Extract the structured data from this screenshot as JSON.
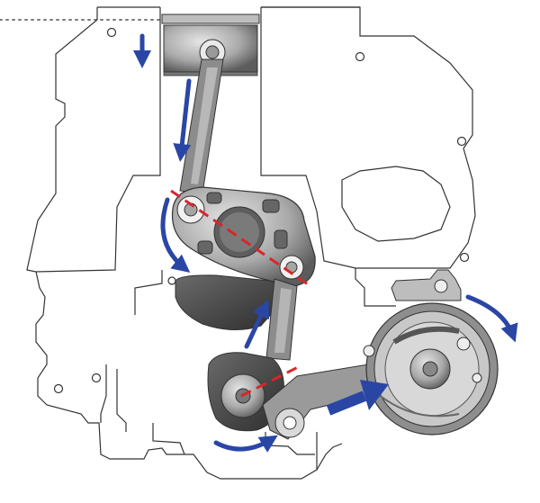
{
  "diagram": {
    "colors": {
      "outline": "#333333",
      "arrow": "#2a46a5",
      "axis": "#d8262a",
      "metal_dark": "#4a4a4a",
      "metal_mid": "#8a8a8a",
      "metal_light": "#c9c9c9",
      "dotted": "#7a7a7a"
    },
    "parts": [
      "engine-block-outline",
      "piston",
      "connecting-rod",
      "multilink-lever",
      "eccentric-control-shaft",
      "actuator-link",
      "control-motor"
    ],
    "arrows": [
      "piston-stroke-arrow",
      "rod-stroke-arrow",
      "lever-rotation-arrow",
      "link-upward-arrow",
      "shaft-rotation-arrow",
      "actuator-push-arrow",
      "motor-rotation-arrow"
    ]
  }
}
